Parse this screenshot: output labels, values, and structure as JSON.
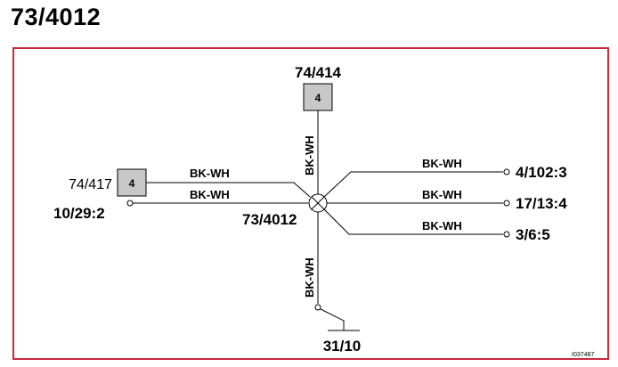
{
  "title": "73/4012",
  "diagram": {
    "splice_label": "73/4012",
    "top_connector": {
      "name": "74/414",
      "pin": "4"
    },
    "left_connector": {
      "name": "74/417",
      "pin": "4"
    },
    "left_terminal": "10/29:2",
    "right_terminals": [
      "4/102:3",
      "17/13:4",
      "3/6:5"
    ],
    "ground": "31/10",
    "wire_color": "BK-WH",
    "figure_id": "I037487"
  }
}
